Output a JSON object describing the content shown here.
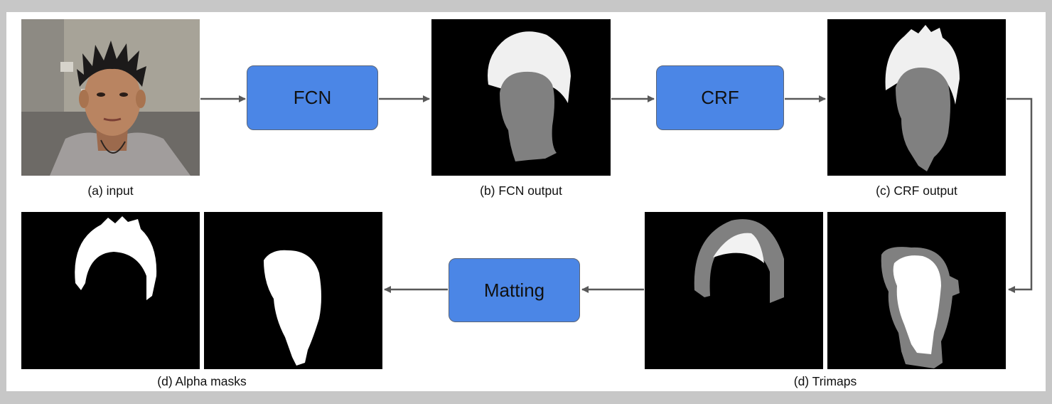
{
  "steps": {
    "fcn": "FCN",
    "crf": "CRF",
    "matting": "Matting"
  },
  "captions": {
    "input": "(a) input",
    "fcn_output": "(b) FCN output",
    "crf_output": "(c) CRF output",
    "alpha": "(d) Alpha masks",
    "trimaps": "(d) Trimaps"
  },
  "colors": {
    "box_fill": "#4b86e6",
    "box_border": "#5a6578",
    "arrow": "#595959",
    "frame": "#c7c7c7"
  }
}
